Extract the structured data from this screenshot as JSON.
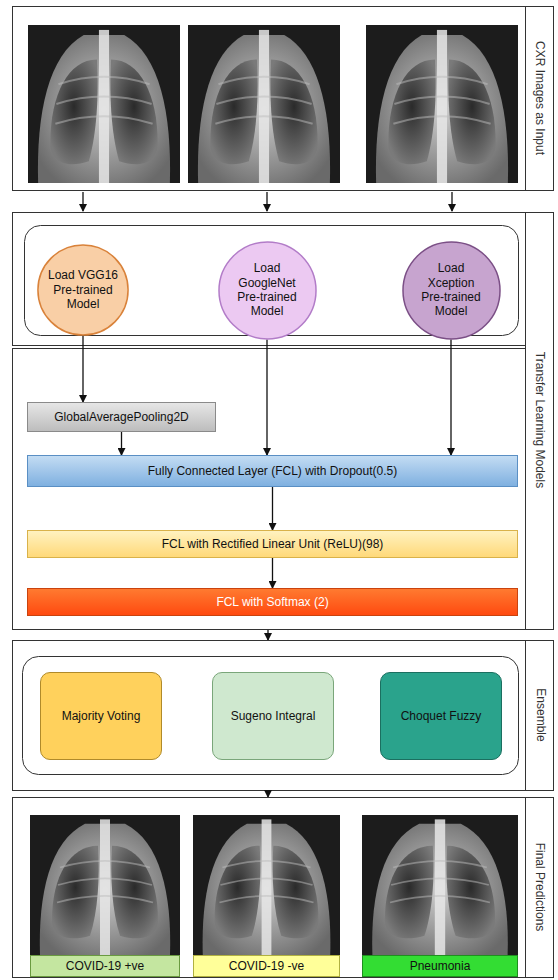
{
  "diagram": {
    "nodes": [
      {
        "text": [
          "Load VGG16 Pre-trained Model"
        ]
      },
      {
        "text": [
          "Load GoogleNet Pre-trained Model"
        ]
      },
      {
        "text": [
          "Load Xception Pre-trained Model"
        ]
      },
      {
        "text": [
          "GlobalAveragePooling2D"
        ]
      },
      {
        "text": [
          "Fully Connected Layer (FCL) with Dropout(0.5)"
        ]
      },
      {
        "text": [
          "FCL with Rectified Linear Unit (ReLU)(98)"
        ]
      },
      {
        "text": [
          "FCL with Softmax (2)"
        ]
      },
      {
        "text": [
          "Majority Voting"
        ]
      },
      {
        "text": [
          "Sugeno Integral"
        ]
      },
      {
        "text": [
          "Choquet Fuzzy"
        ]
      },
      {
        "text": [
          "COVID-19 +ve"
        ]
      },
      {
        "text": [
          "COVID-19 -ve"
        ]
      },
      {
        "text": [
          "Pneumonia"
        ]
      }
    ],
    "edges": [
      {
        "from": 0,
        "to": 3,
        "arrow": "to"
      },
      {
        "from": 3,
        "to": 4,
        "arrow": "to"
      },
      {
        "from": 1,
        "to": 4,
        "arrow": "to"
      },
      {
        "from": 2,
        "to": 4,
        "arrow": "to"
      },
      {
        "from": 4,
        "to": 5,
        "arrow": "to"
      },
      {
        "from": 5,
        "to": 6,
        "arrow": "to"
      }
    ],
    "labels": [
      "CXR Images as Input",
      "Transfer Learning Models",
      "Ensemble",
      "Final Predictions"
    ]
  }
}
